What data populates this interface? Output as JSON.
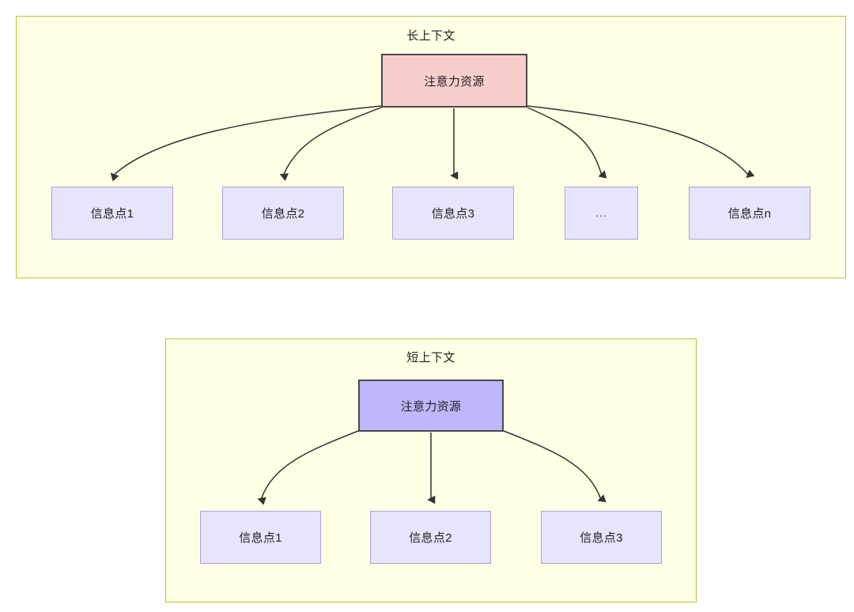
{
  "diagram": {
    "type": "flow-diagram",
    "background": "#ffffff",
    "panel_fill": "#FFFFE6",
    "panel_border": "#BFBF38",
    "accent_red": "#F8CECC",
    "accent_blue": "#BDB8FB",
    "info_fill": "#E7E4FD",
    "info_border": "#B39DDB",
    "edge_color": "#333333"
  },
  "panels": [
    {
      "id": "long-context",
      "title": "长上下文",
      "root": {
        "label": "注意力资源",
        "style": "red"
      },
      "children": [
        {
          "label": "信息点1"
        },
        {
          "label": "信息点2"
        },
        {
          "label": "信息点3"
        },
        {
          "label": "..."
        },
        {
          "label": "信息点n"
        }
      ]
    },
    {
      "id": "short-context",
      "title": "短上下文",
      "root": {
        "label": "注意力资源",
        "style": "blue"
      },
      "children": [
        {
          "label": "信息点1"
        },
        {
          "label": "信息点2"
        },
        {
          "label": "信息点3"
        }
      ]
    }
  ]
}
